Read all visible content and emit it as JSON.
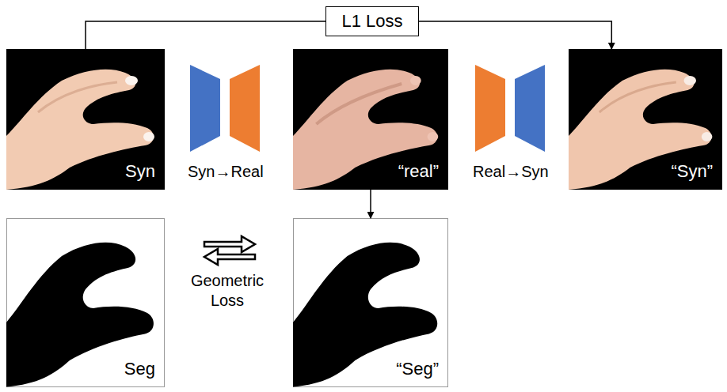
{
  "diagram": {
    "nodes": [
      {
        "text": [
          "L1 Loss"
        ]
      },
      {
        "text": [
          "Syn"
        ]
      },
      {
        "text": [
          "“real”"
        ]
      },
      {
        "text": [
          "“Syn”"
        ]
      },
      {
        "text": [
          "Seg"
        ]
      },
      {
        "text": [
          "“Seg”"
        ]
      }
    ],
    "edges": [
      {
        "from": 1,
        "to": 0,
        "arrow": "none"
      },
      {
        "from": 0,
        "to": 3,
        "arrow": "to"
      },
      {
        "from": 2,
        "to": 5,
        "arrow": "to"
      }
    ],
    "labels": [
      "Syn→Real",
      "Real→Syn",
      "Geometric Loss"
    ]
  }
}
